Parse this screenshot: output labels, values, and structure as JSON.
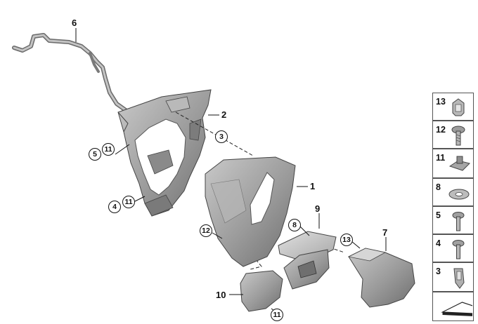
{
  "diagram": {
    "callouts": [
      {
        "id": "6",
        "label": "6"
      },
      {
        "id": "2",
        "label": "2"
      },
      {
        "id": "1",
        "label": "1"
      },
      {
        "id": "9",
        "label": "9"
      },
      {
        "id": "7",
        "label": "7"
      },
      {
        "id": "10",
        "label": "10"
      }
    ],
    "circled_callouts": [
      {
        "id": "3",
        "label": "3"
      },
      {
        "id": "5",
        "label": "5"
      },
      {
        "id": "11a",
        "label": "11"
      },
      {
        "id": "4",
        "label": "4"
      },
      {
        "id": "11b",
        "label": "11"
      },
      {
        "id": "12",
        "label": "12"
      },
      {
        "id": "8",
        "label": "8"
      },
      {
        "id": "13",
        "label": "13"
      },
      {
        "id": "11c",
        "label": "11"
      }
    ]
  },
  "legend": {
    "items": [
      {
        "label": "13",
        "icon": "spring-clip-icon"
      },
      {
        "label": "12",
        "icon": "bolt-icon"
      },
      {
        "label": "11",
        "icon": "speed-nut-icon"
      },
      {
        "label": "8",
        "icon": "lock-washer-icon"
      },
      {
        "label": "5",
        "icon": "screw-icon"
      },
      {
        "label": "4",
        "icon": "screw-icon"
      },
      {
        "label": "3",
        "icon": "clip-icon"
      },
      {
        "label": "",
        "icon": "wedge-symbol-icon"
      }
    ]
  }
}
